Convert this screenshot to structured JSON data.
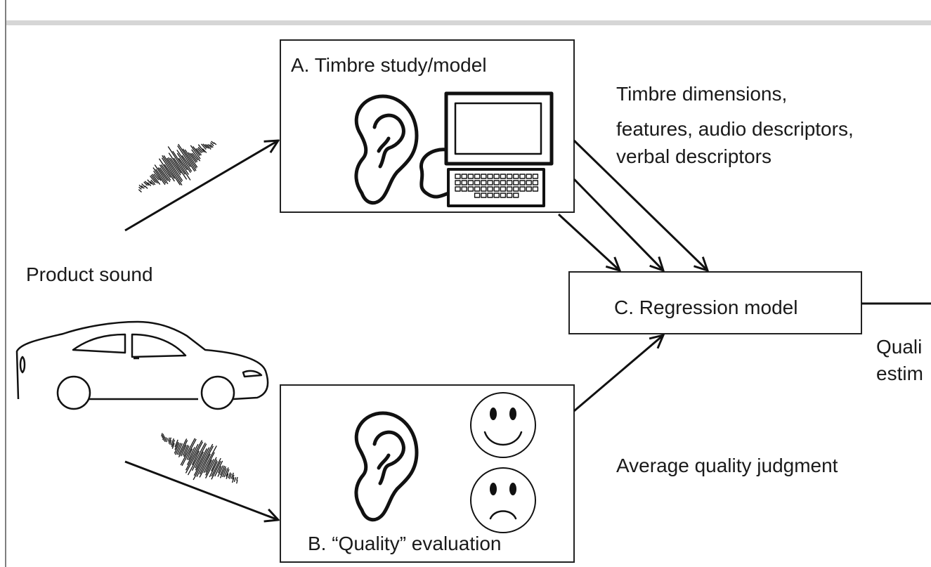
{
  "diagram": {
    "box_a": {
      "label": "A. Timbre study/model"
    },
    "box_b": {
      "label": "B. “Quality” evaluation"
    },
    "box_c": {
      "label": "C. Regression model"
    },
    "product_sound": "Product sound",
    "timbre_outputs": [
      "Timbre dimensions,",
      "features, audio descriptors,",
      "verbal descriptors"
    ],
    "quality_output": "Average quality judgment",
    "estimate_lines": [
      "Quali",
      "estim"
    ]
  }
}
